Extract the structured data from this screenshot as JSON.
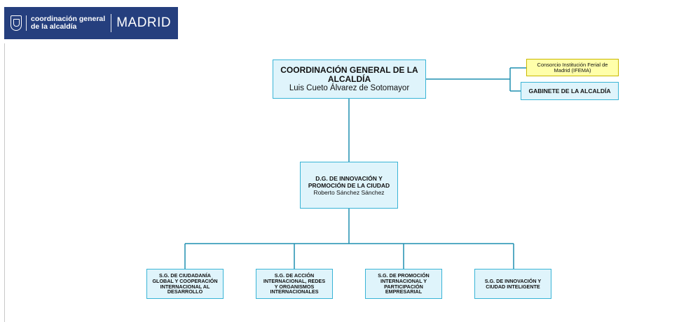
{
  "header": {
    "logo_icon": "madrid-seal-icon",
    "subtitle_line1": "coordinación general",
    "subtitle_line2": "de la alcaldía",
    "city": "MADRID",
    "color": "#253f7e"
  },
  "org": {
    "top": {
      "title_line1": "COORDINACIÓN GENERAL DE LA",
      "title_line2": "ALCALDÍA",
      "name": "Luis Cueto Álvarez de Sotomayor"
    },
    "side": [
      {
        "line1": "Consorcio Institución Ferial de",
        "line2": "Madrid (IFEMA)"
      },
      {
        "line1": "GABINETE DE LA ALCALDÍA"
      }
    ],
    "dg": {
      "title_line1": "D.G. DE INNOVACIÓN Y",
      "title_line2": "PROMOCIÓN DE LA CIUDAD",
      "name": "Roberto Sánchez Sánchez"
    },
    "sg": [
      {
        "lines": [
          "S.G. DE CIUDADANÍA",
          "GLOBAL Y COOPERACIÓN",
          "INTERNACIONAL AL",
          "DESARROLLO"
        ]
      },
      {
        "lines": [
          "S.G. DE ACCIÓN",
          "INTERNACIONAL, REDES",
          "Y ORGANISMOS",
          "INTERNACIONALES"
        ]
      },
      {
        "lines": [
          "S.G. DE PROMOCIÓN",
          "INTERNACIONAL Y",
          "PARTICIPACIÓN",
          "EMPRESARIAL"
        ]
      },
      {
        "lines": [
          "S.G. DE INNOVACIÓN Y",
          "CIUDAD INTELIGENTE"
        ]
      }
    ]
  },
  "colors": {
    "line": "#1f8fb0",
    "box_fill": "#dff4fb",
    "box_border": "#39b4d6",
    "ifema_fill": "#ffffaa"
  }
}
